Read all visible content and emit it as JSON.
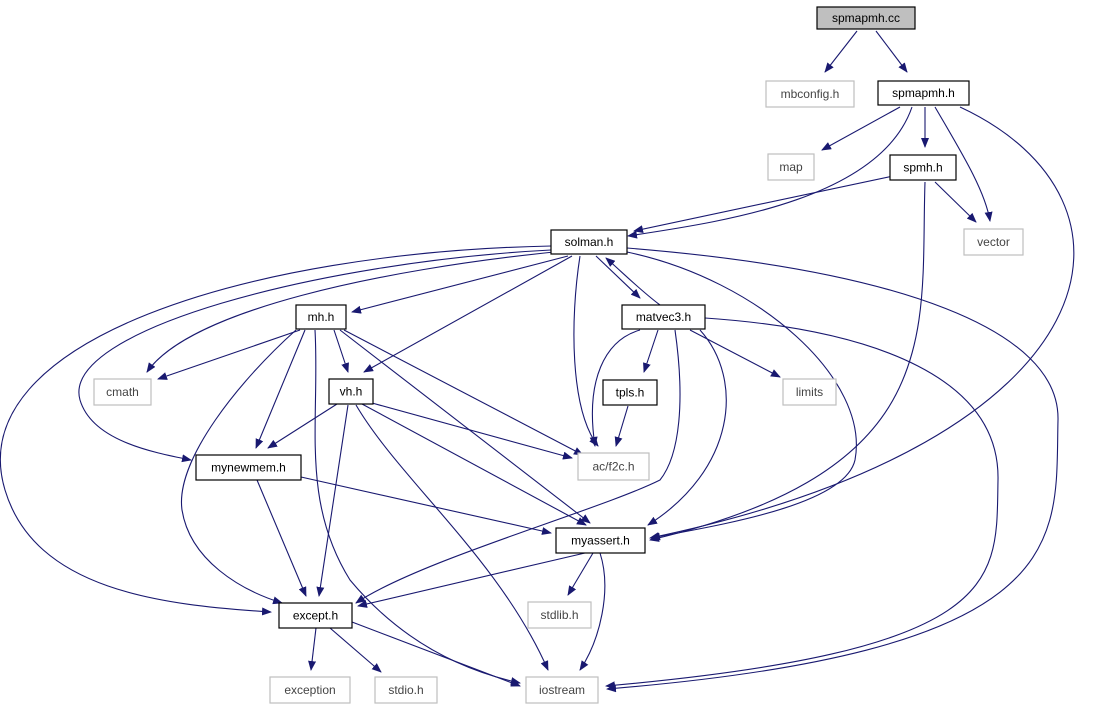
{
  "colors": {
    "edge": "#191970",
    "node_border": "#000000",
    "node_border_external": "#bfbfbf",
    "node_fill": "#ffffff",
    "root_fill": "#bfbfbf",
    "text": "#000000",
    "text_external": "#444444"
  },
  "nodes": [
    {
      "id": "spmapmh_cc",
      "label": "spmapmh.cc",
      "kind": "root"
    },
    {
      "id": "mbconfig_h",
      "label": "mbconfig.h",
      "kind": "external"
    },
    {
      "id": "spmapmh_h",
      "label": "spmapmh.h",
      "kind": "local"
    },
    {
      "id": "map",
      "label": "map",
      "kind": "external"
    },
    {
      "id": "spmh_h",
      "label": "spmh.h",
      "kind": "local"
    },
    {
      "id": "solman_h",
      "label": "solman.h",
      "kind": "local"
    },
    {
      "id": "vector",
      "label": "vector",
      "kind": "external"
    },
    {
      "id": "mh_h",
      "label": "mh.h",
      "kind": "local"
    },
    {
      "id": "matvec3_h",
      "label": "matvec3.h",
      "kind": "local"
    },
    {
      "id": "cmath",
      "label": "cmath",
      "kind": "external"
    },
    {
      "id": "vh_h",
      "label": "vh.h",
      "kind": "local"
    },
    {
      "id": "tpls_h",
      "label": "tpls.h",
      "kind": "local"
    },
    {
      "id": "limits",
      "label": "limits",
      "kind": "external"
    },
    {
      "id": "mynewmem_h",
      "label": "mynewmem.h",
      "kind": "local"
    },
    {
      "id": "ac_f2c_h",
      "label": "ac/f2c.h",
      "kind": "external"
    },
    {
      "id": "myassert_h",
      "label": "myassert.h",
      "kind": "local"
    },
    {
      "id": "stdlib_h",
      "label": "stdlib.h",
      "kind": "external"
    },
    {
      "id": "except_h",
      "label": "except.h",
      "kind": "local"
    },
    {
      "id": "exception",
      "label": "exception",
      "kind": "external"
    },
    {
      "id": "stdio_h",
      "label": "stdio.h",
      "kind": "external"
    },
    {
      "id": "iostream",
      "label": "iostream",
      "kind": "external"
    }
  ],
  "edges": [
    {
      "from": "spmapmh_cc",
      "to": "mbconfig_h"
    },
    {
      "from": "spmapmh_cc",
      "to": "spmapmh_h"
    },
    {
      "from": "spmapmh_h",
      "to": "map"
    },
    {
      "from": "spmapmh_h",
      "to": "spmh_h"
    },
    {
      "from": "spmapmh_h",
      "to": "solman_h"
    },
    {
      "from": "spmapmh_h",
      "to": "vector"
    },
    {
      "from": "spmapmh_h",
      "to": "myassert_h"
    },
    {
      "from": "spmh_h",
      "to": "solman_h"
    },
    {
      "from": "spmh_h",
      "to": "vector"
    },
    {
      "from": "spmh_h",
      "to": "myassert_h"
    },
    {
      "from": "solman_h",
      "to": "mh_h"
    },
    {
      "from": "solman_h",
      "to": "matvec3_h"
    },
    {
      "from": "solman_h",
      "to": "cmath"
    },
    {
      "from": "solman_h",
      "to": "vh_h"
    },
    {
      "from": "solman_h",
      "to": "mynewmem_h"
    },
    {
      "from": "solman_h",
      "to": "ac_f2c_h"
    },
    {
      "from": "solman_h",
      "to": "myassert_h"
    },
    {
      "from": "solman_h",
      "to": "except_h"
    },
    {
      "from": "solman_h",
      "to": "iostream"
    },
    {
      "from": "matvec3_h",
      "to": "solman_h"
    },
    {
      "from": "matvec3_h",
      "to": "tpls_h"
    },
    {
      "from": "matvec3_h",
      "to": "limits"
    },
    {
      "from": "matvec3_h",
      "to": "ac_f2c_h"
    },
    {
      "from": "matvec3_h",
      "to": "myassert_h"
    },
    {
      "from": "matvec3_h",
      "to": "except_h"
    },
    {
      "from": "matvec3_h",
      "to": "iostream"
    },
    {
      "from": "mh_h",
      "to": "cmath"
    },
    {
      "from": "mh_h",
      "to": "vh_h"
    },
    {
      "from": "mh_h",
      "to": "mynewmem_h"
    },
    {
      "from": "mh_h",
      "to": "ac_f2c_h"
    },
    {
      "from": "mh_h",
      "to": "myassert_h"
    },
    {
      "from": "mh_h",
      "to": "except_h"
    },
    {
      "from": "mh_h",
      "to": "iostream"
    },
    {
      "from": "vh_h",
      "to": "mynewmem_h"
    },
    {
      "from": "vh_h",
      "to": "ac_f2c_h"
    },
    {
      "from": "vh_h",
      "to": "myassert_h"
    },
    {
      "from": "vh_h",
      "to": "except_h"
    },
    {
      "from": "vh_h",
      "to": "iostream"
    },
    {
      "from": "tpls_h",
      "to": "ac_f2c_h"
    },
    {
      "from": "mynewmem_h",
      "to": "myassert_h"
    },
    {
      "from": "mynewmem_h",
      "to": "except_h"
    },
    {
      "from": "myassert_h",
      "to": "except_h"
    },
    {
      "from": "myassert_h",
      "to": "stdlib_h"
    },
    {
      "from": "myassert_h",
      "to": "iostream"
    },
    {
      "from": "except_h",
      "to": "exception"
    },
    {
      "from": "except_h",
      "to": "stdio_h"
    },
    {
      "from": "except_h",
      "to": "iostream"
    }
  ]
}
